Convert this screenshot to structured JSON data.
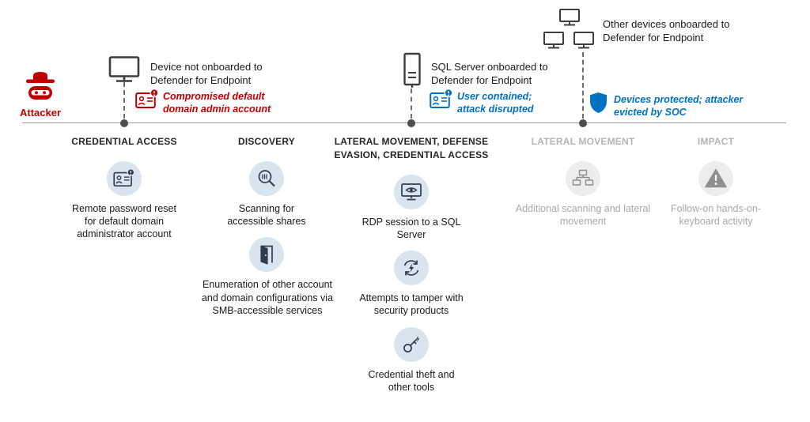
{
  "attacker": {
    "label": "Attacker",
    "icon": "attacker-spy-icon"
  },
  "colors": {
    "attacker_red": "#c00000",
    "alert_red": "#c00000",
    "protected_blue": "#0070c0",
    "icon_circle_bg": "#d9e4ef",
    "icon_circle_bg_disabled": "#ededed"
  },
  "annotations": [
    {
      "device_icon": "monitor-icon",
      "device_text": "Device not onboarded to Defender for Endpoint",
      "event_icon": "compromised-account-badge-icon",
      "event_text": "Compromised default domain admin account",
      "event_color": "#c00000"
    },
    {
      "device_icon": "server-icon",
      "device_text": "SQL Server onboarded to Defender for Endpoint",
      "event_icon": "user-contained-badge-icon",
      "event_text": "User contained; attack disrupted",
      "event_color": "#0070c0"
    },
    {
      "device_icon": "multi-monitor-icon",
      "device_text": "Other devices onboarded to Defender for Endpoint",
      "event_icon": "shield-icon",
      "event_text": "Devices protected; attacker evicted by SOC",
      "event_color": "#0070c0"
    }
  ],
  "stages": [
    {
      "title": "CREDENTIAL ACCESS",
      "state": "active",
      "items": [
        {
          "icon": "id-card-alert-icon",
          "label": "Remote password reset for default domain administrator account"
        }
      ]
    },
    {
      "title": "DISCOVERY",
      "state": "active",
      "items": [
        {
          "icon": "scanning-search-icon",
          "label": "Scanning for accessible shares"
        },
        {
          "icon": "open-door-icon",
          "label": "Enumeration of other account and domain configurations via SMB-accessible services"
        }
      ]
    },
    {
      "title": "LATERAL MOVEMENT, DEFENSE EVASION, CREDENTIAL ACCESS",
      "state": "active",
      "items": [
        {
          "icon": "rdp-monitor-eye-icon",
          "label": "RDP session to a SQL Server"
        },
        {
          "icon": "tamper-sync-bolt-icon",
          "label": "Attempts to tamper with security products"
        },
        {
          "icon": "credential-key-bolt-icon",
          "label": "Credential theft and other tools"
        }
      ]
    },
    {
      "title": "LATERAL MOVEMENT",
      "state": "disabled",
      "items": [
        {
          "icon": "network-devices-icon",
          "label": "Additional scanning and lateral movement"
        }
      ]
    },
    {
      "title": "IMPACT",
      "state": "disabled",
      "items": [
        {
          "icon": "warning-triangle-icon",
          "label": "Follow-on hands-on-keyboard activity"
        }
      ]
    }
  ]
}
